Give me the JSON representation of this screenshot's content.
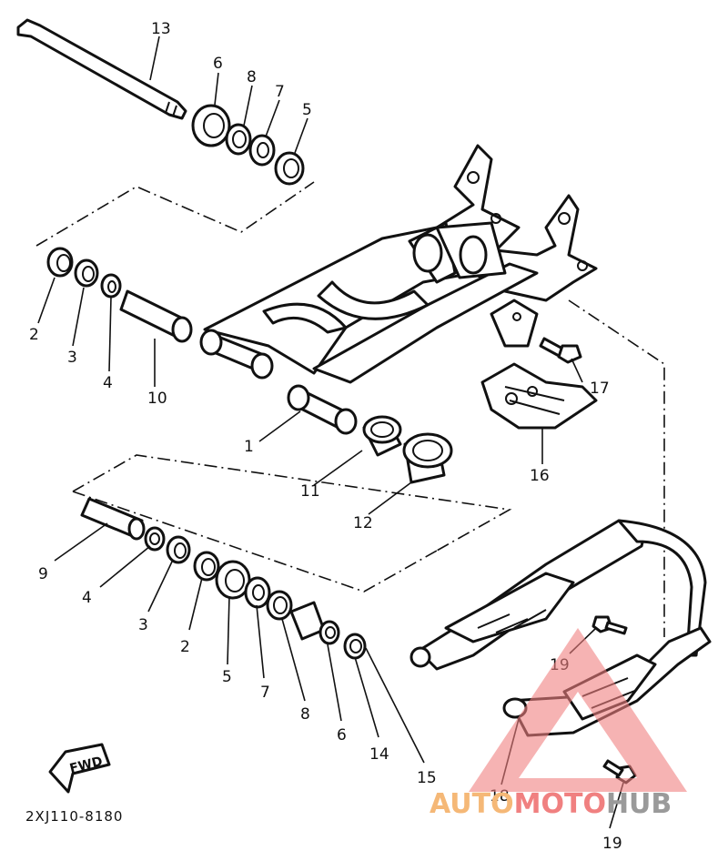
{
  "callouts": {
    "c13": "13",
    "c6a": "6",
    "c8a": "8",
    "c7a": "7",
    "c5a": "5",
    "c2a": "2",
    "c3a": "3",
    "c4a": "4",
    "c10": "10",
    "c1": "1",
    "c11": "11",
    "c12": "12",
    "c16": "16",
    "c17": "17",
    "c9": "9",
    "c4b": "4",
    "c3b": "3",
    "c2b": "2",
    "c5b": "5",
    "c7b": "7",
    "c8b": "8",
    "c6b": "6",
    "c14": "14",
    "c15": "15",
    "c19a": "19",
    "c18": "18",
    "c19b": "19"
  },
  "fwd_label": "FWD",
  "diagram_code": "2XJ110-8180",
  "watermark": {
    "part1": "AUTO",
    "part2": "MOTO",
    "part3": "HUB",
    "color_auto": "#f5b877",
    "color_moto": "#f08080",
    "color_hub": "#9a9a9a"
  }
}
